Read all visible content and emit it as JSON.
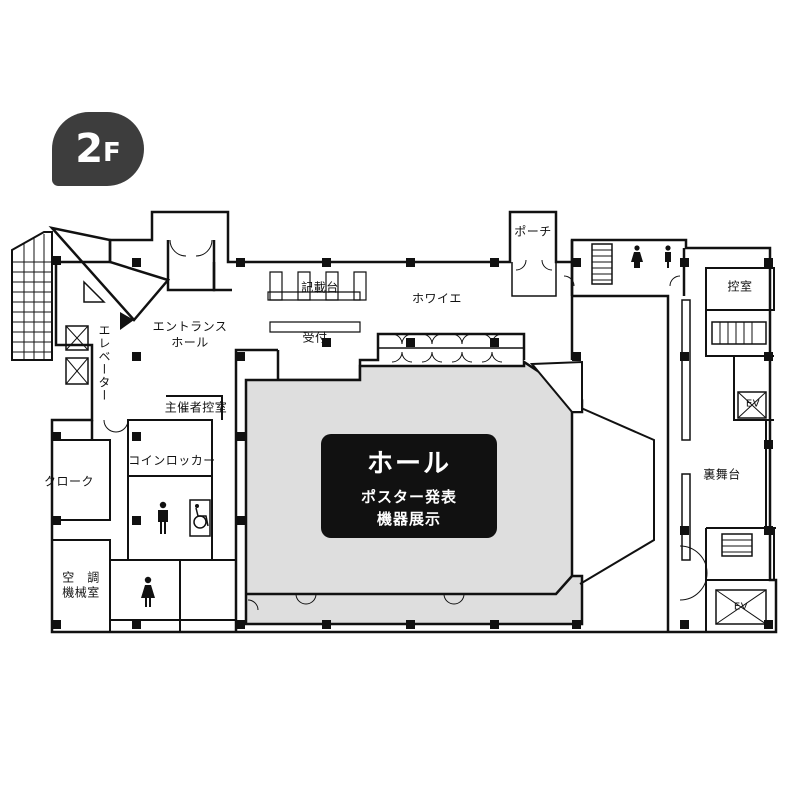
{
  "floor": {
    "number": "2",
    "letter": "F"
  },
  "hall": {
    "title": "ホール",
    "line1": "ポスター発表",
    "line2": "機器展示"
  },
  "rooms": {
    "porch": "ポーチ",
    "writing_desk": "記載台",
    "foyer": "ホワイエ",
    "entrance_hall_1": "エントランス",
    "entrance_hall_2": "ホール",
    "reception": "受付",
    "elevator_vertical": "エレベーター",
    "organizer_room": "主催者控室",
    "coin_lockers": "コインロッカー",
    "cloak": "クローク",
    "hvac_1": "空　調",
    "hvac_2": "機械室",
    "green_room": "控室",
    "backstage": "裏舞台",
    "ev_small": "EV",
    "ev_large": "EV"
  },
  "colors": {
    "hall_fill": "#dedede",
    "badge": "#3d3d3d",
    "wall": "#111111"
  }
}
